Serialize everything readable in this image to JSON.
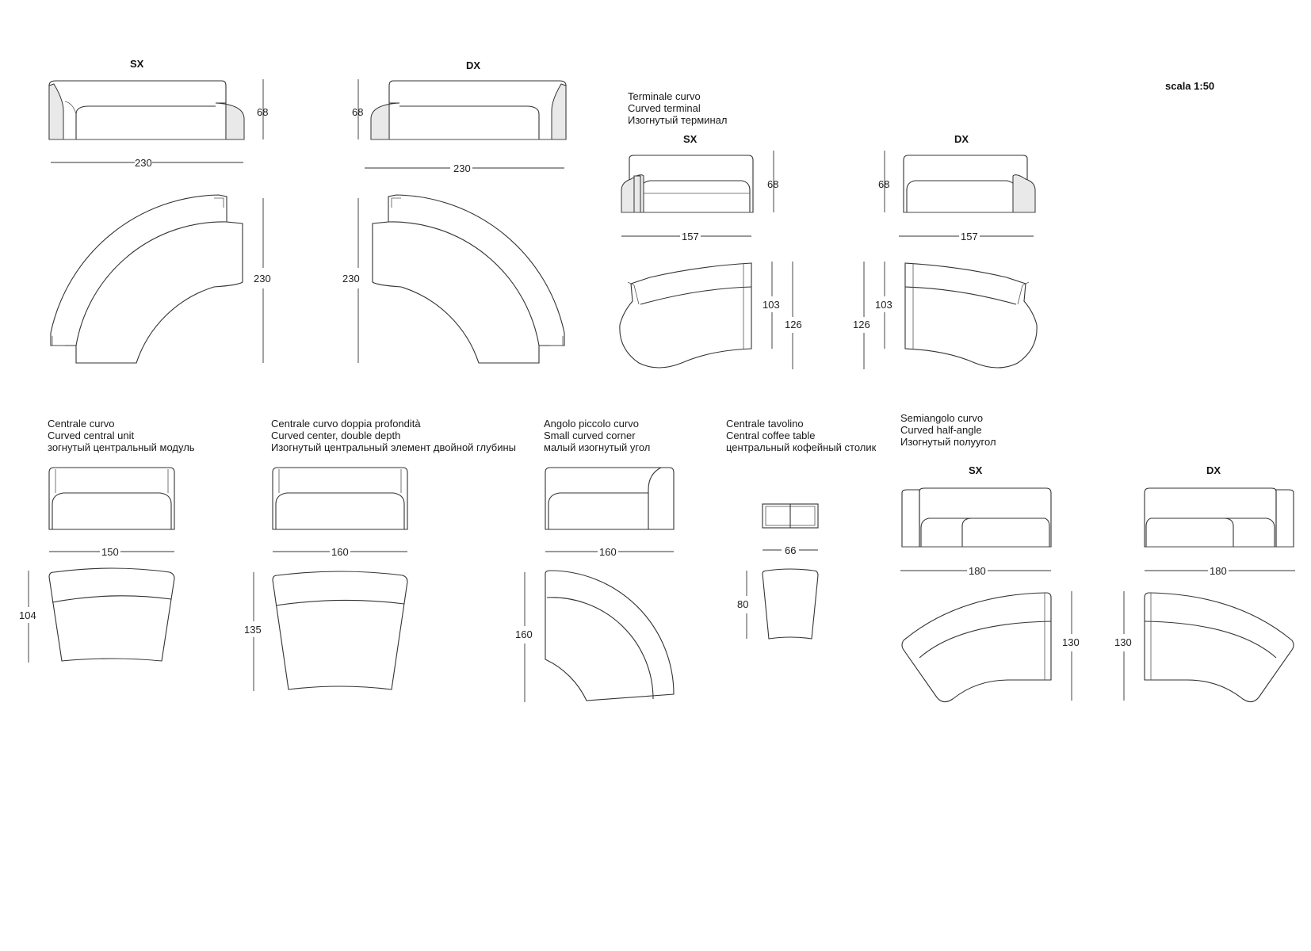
{
  "scale": "scala 1:50",
  "sides": {
    "sx": "SX",
    "dx": "DX"
  },
  "corner": {
    "sx_width": "230",
    "sx_height": "68",
    "sx_depth": "230",
    "dx_width": "230",
    "dx_height": "68",
    "dx_depth": "230"
  },
  "terminal": {
    "title": [
      "Terminale curvo",
      "Curved terminal",
      "Изогнутый терминал"
    ],
    "sx_width": "157",
    "sx_height": "68",
    "sx_depth_inner": "103",
    "sx_depth_outer": "126",
    "dx_width": "157",
    "dx_height": "68",
    "dx_depth_inner": "103",
    "dx_depth_outer": "126"
  },
  "central": {
    "title": [
      "Centrale curvo",
      "Curved central unit",
      "зогнутый центральный модуль"
    ],
    "width": "150",
    "depth": "104"
  },
  "central_double": {
    "title": [
      "Centrale curvo doppia profondità",
      "Curved center, double depth",
      "Изогнутый центральный элемент двойной глубины"
    ],
    "width": "160",
    "depth": "135"
  },
  "small_corner": {
    "title": [
      "Angolo piccolo curvo",
      "Small curved corner",
      "малый изогнутый угол"
    ],
    "width": "160",
    "depth": "160"
  },
  "coffee_table": {
    "title": [
      "Centrale tavolino",
      "Central coffee table",
      "центральный кофейный столик"
    ],
    "width": "66",
    "depth": "80"
  },
  "half_angle": {
    "title": [
      "Semiangolo curvo",
      "Curved half-angle",
      "Изогнутый полуугол"
    ],
    "sx_width": "180",
    "sx_depth": "130",
    "dx_width": "180",
    "dx_depth": "130"
  }
}
